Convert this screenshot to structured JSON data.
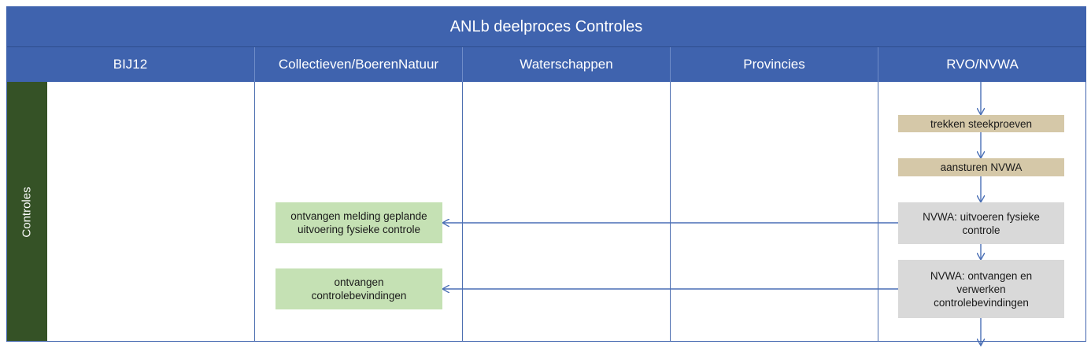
{
  "title": "ANLb deelproces Controles",
  "lanes": [
    {
      "label": "BIJ12"
    },
    {
      "label": "Collectieven/BoerenNatuur"
    },
    {
      "label": "Waterschappen"
    },
    {
      "label": "Provincies"
    },
    {
      "label": "RVO/NVWA"
    }
  ],
  "phase": {
    "label": "Controles"
  },
  "steps": {
    "trekken": "trekken steekproeven",
    "aansturen": "aansturen NVWA",
    "uitvoeren": "NVWA: uitvoeren fysieke\ncontrole",
    "verwerken": "NVWA: ontvangen en\nverwerken\ncontrolebevindingen",
    "melding": "ontvangen melding geplande\nuitvoering fysieke controle",
    "bevindingen": "ontvangen\ncontrolebevindingen"
  },
  "colors": {
    "header": "#3f63ae",
    "phase": "#355226",
    "rvo_step": "#d5c8a8",
    "nvwa_step": "#d9d9d9",
    "collectief_step": "#c5e1b4",
    "connector": "#4a6fb5"
  }
}
